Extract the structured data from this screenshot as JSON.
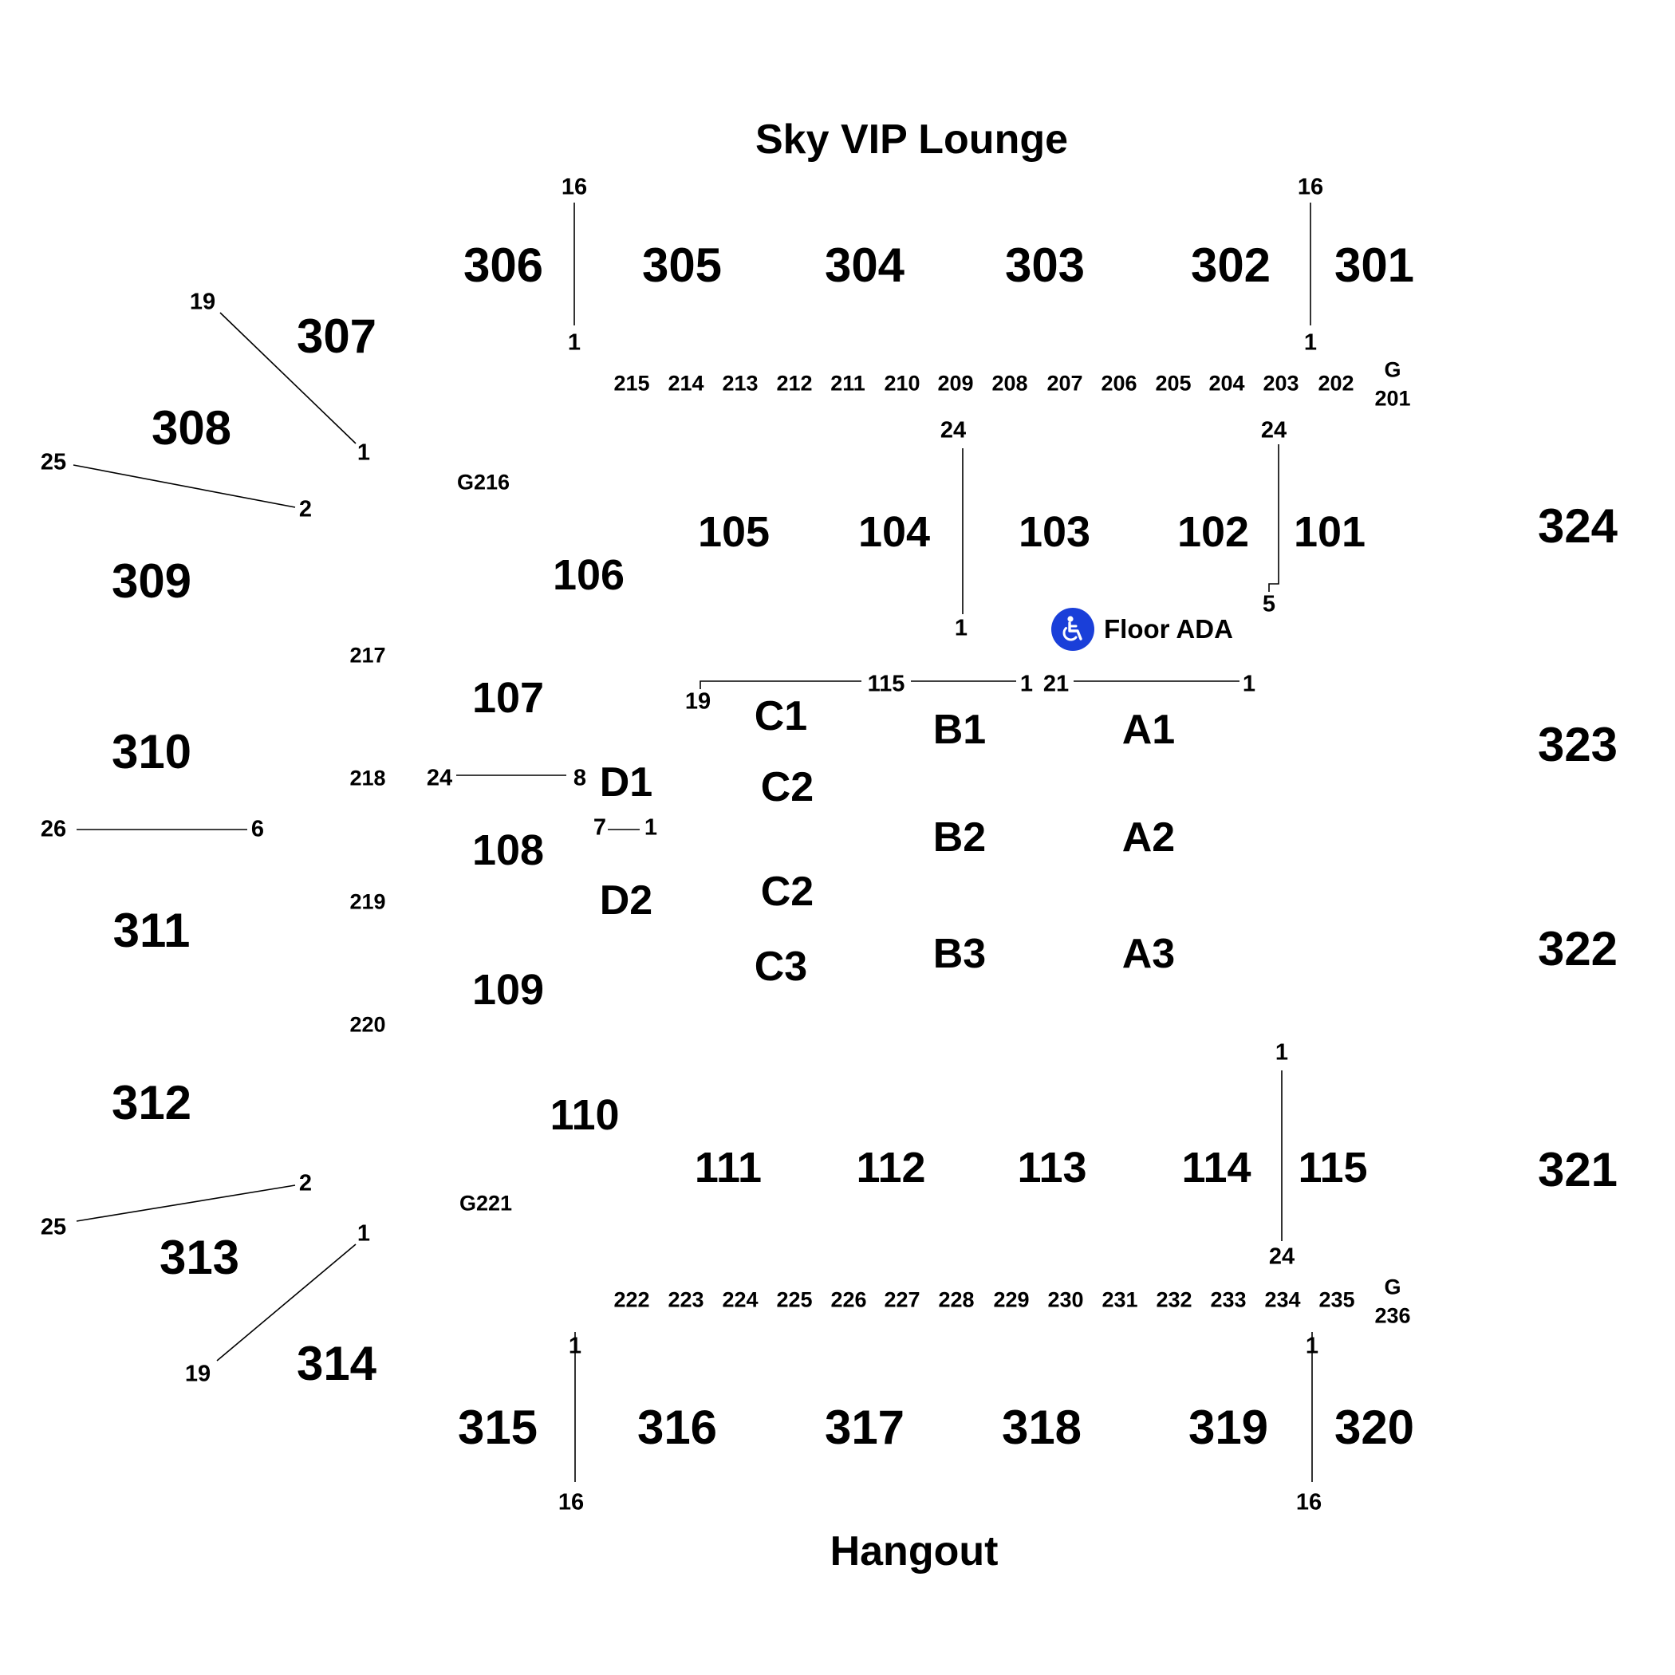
{
  "titles": {
    "top": "Sky VIP Lounge",
    "bottom": "Hangout"
  },
  "ada": {
    "label": "Floor ADA",
    "icon": "wheelchair-icon",
    "color": "#1a3fd9"
  },
  "sections_300": [
    "301",
    "302",
    "303",
    "304",
    "305",
    "306",
    "307",
    "308",
    "309",
    "310",
    "311",
    "312",
    "313",
    "314",
    "315",
    "316",
    "317",
    "318",
    "319",
    "320",
    "321",
    "322",
    "323",
    "324"
  ],
  "sections_100": [
    "101",
    "102",
    "103",
    "104",
    "105",
    "106",
    "107",
    "108",
    "109",
    "110",
    "111",
    "112",
    "113",
    "114",
    "115"
  ],
  "sections_floor": [
    "A1",
    "A2",
    "A3",
    "B1",
    "B2",
    "B3",
    "C1",
    "C2",
    "C2",
    "C3",
    "D1",
    "D2"
  ],
  "sections_200": {
    "top": [
      "215",
      "214",
      "213",
      "212",
      "211",
      "210",
      "209",
      "208",
      "207",
      "206",
      "205",
      "204",
      "203",
      "202"
    ],
    "top_end": [
      "G",
      "201"
    ],
    "left": [
      "G216",
      "217",
      "218",
      "219",
      "220",
      "G221"
    ],
    "bottom": [
      "222",
      "223",
      "224",
      "225",
      "226",
      "227",
      "228",
      "229",
      "230",
      "231",
      "232",
      "233",
      "234",
      "235"
    ],
    "bottom_end": [
      "G",
      "236"
    ]
  },
  "row_labels": [
    "16",
    "1",
    "16",
    "1",
    "19",
    "1",
    "25",
    "2",
    "26",
    "6",
    "25",
    "2",
    "1",
    "19",
    "24",
    "1",
    "24",
    "5",
    "19",
    "115",
    "1",
    "21",
    "1",
    "24",
    "8",
    "7",
    "1",
    "1",
    "24",
    "1",
    "16",
    "1",
    "16"
  ]
}
